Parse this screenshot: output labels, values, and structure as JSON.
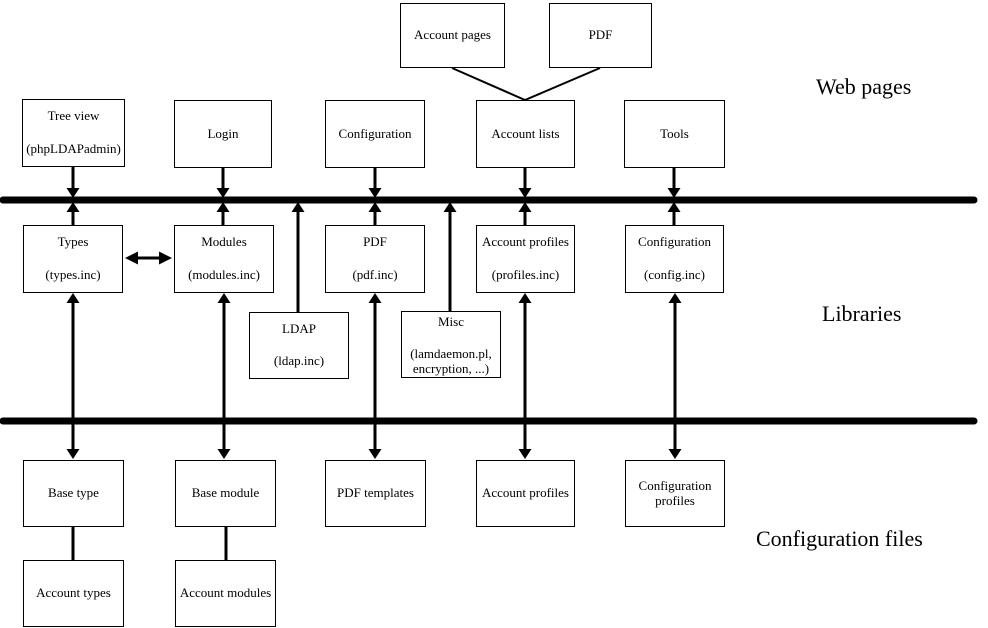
{
  "diagram": {
    "layers": {
      "web_pages": "Web pages",
      "libraries": "Libraries",
      "configuration_files": "Configuration files"
    },
    "boxes": {
      "account_pages": {
        "label": "Account pages"
      },
      "pdf_page": {
        "label": "PDF"
      },
      "tree_view": {
        "line1": "Tree view",
        "line2": "(phpLDAPadmin)"
      },
      "login": {
        "label": "Login"
      },
      "configuration_page": {
        "label": "Configuration"
      },
      "account_lists": {
        "label": "Account lists"
      },
      "tools": {
        "label": "Tools"
      },
      "types": {
        "line1": "Types",
        "line2": "(types.inc)"
      },
      "modules": {
        "line1": "Modules",
        "line2": "(modules.inc)"
      },
      "pdf_lib": {
        "line1": "PDF",
        "line2": "(pdf.inc)"
      },
      "account_profiles_lib": {
        "line1": "Account profiles",
        "line2": "(profiles.inc)"
      },
      "configuration_lib": {
        "line1": "Configuration",
        "line2": "(config.inc)"
      },
      "ldap": {
        "line1": "LDAP",
        "line2": "(ldap.inc)"
      },
      "misc": {
        "line1": "Misc",
        "line2": "(lamdaemon.pl,",
        "line3": "encryption, ...)"
      },
      "base_type": {
        "label": "Base type"
      },
      "base_module": {
        "label": "Base module"
      },
      "pdf_templates": {
        "label": "PDF templates"
      },
      "account_profiles_file": {
        "label": "Account profiles"
      },
      "configuration_profiles": {
        "line1": "Configuration",
        "line2": "profiles"
      },
      "account_types": {
        "label": "Account types"
      },
      "account_modules": {
        "label": "Account modules"
      }
    },
    "colors": {
      "line": "#000000",
      "background": "#ffffff"
    }
  }
}
